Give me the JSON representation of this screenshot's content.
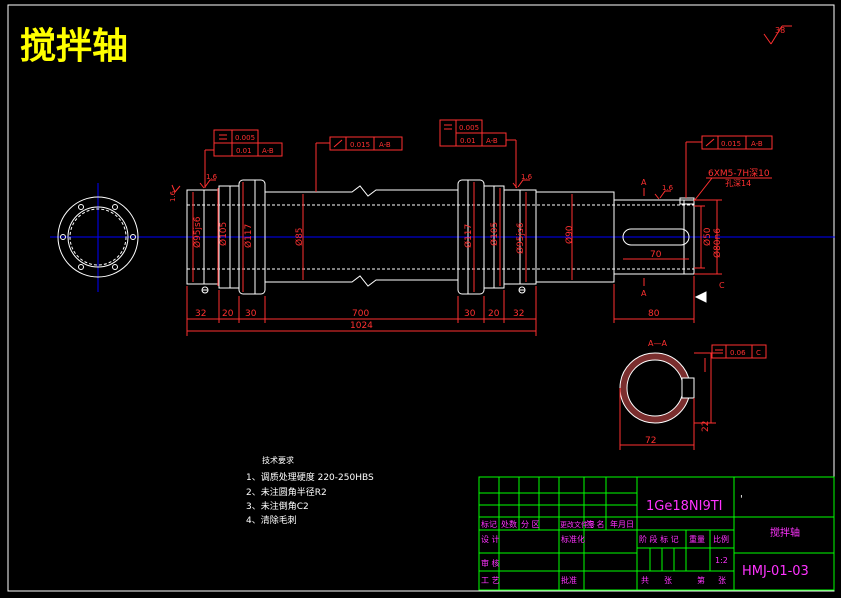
{
  "title": "搅拌轴",
  "roughness_corner": "38",
  "colors": {
    "background": "#000000",
    "outline": "#ffffff",
    "dimension": "#ff3030",
    "centerline": "#0000ff",
    "title_text": "#ffff00",
    "table_line": "#00ff00",
    "table_text": "#ff33ff",
    "note_text": "#ffffff",
    "hatch": "#7a2e2e"
  },
  "tolerance_frames": {
    "left_group": {
      "flatness": "0.005",
      "runout": "0.01",
      "datum": "A-B"
    },
    "mid": {
      "value": "0.015",
      "datum": "A-B"
    },
    "right_group": {
      "flatness": "0.005",
      "runout": "0.01",
      "datum": "A-B"
    },
    "far_right": {
      "value": "0.015",
      "datum": "A-B"
    },
    "section": {
      "value": "0.06",
      "datum": "C"
    }
  },
  "diameters": {
    "d1": "Ø95js6",
    "d2": "Ø105",
    "d3": "Ø117",
    "d4": "Ø85",
    "d5": "Ø117",
    "d6": "Ø105",
    "d7": "Ø95js6",
    "d8": "Ø90",
    "d9": "Ø50",
    "d10": "Ø80n6"
  },
  "roughness_marks": {
    "r1": "1.6",
    "r2": "1.6",
    "r3": "1.6",
    "r4": "1.6"
  },
  "thread_note": "6XM5-7H深10",
  "thread_note2": "孔深14",
  "section_mark": "A",
  "section_label": "A—A",
  "datum_letter": "C",
  "lengths": {
    "l1": "32",
    "l2": "20",
    "l3": "30",
    "l4": "700",
    "l5": "30",
    "l6": "20",
    "l7": "32",
    "l8": "80",
    "total": "1024",
    "key": "70",
    "sec_w": "72",
    "sec_h": "22"
  },
  "notes": {
    "heading": "技术要求",
    "items": [
      "1、调质处理硬度 220-250HBS",
      "2、未注圆角半径R2",
      "3、未注倒角C2",
      "4、清除毛刺"
    ]
  },
  "title_block": {
    "material": "1Ge18NI9TI",
    "part_name": "搅拌轴",
    "drawing_no": "HMJ-01-03",
    "quote": "'",
    "header_row": [
      "标记",
      "处数",
      "分 区",
      "更改文件号",
      "签 名",
      "年月日"
    ],
    "row_design": "设 计",
    "row_standard": "标准化",
    "row_check": "审 核",
    "row_process": "工 艺",
    "row_approve": "批准",
    "stage_header": [
      "阶 段 标 记",
      "重量",
      "比例"
    ],
    "scale": "1:2",
    "sheets": [
      "共",
      "张",
      "第",
      "张"
    ]
  }
}
